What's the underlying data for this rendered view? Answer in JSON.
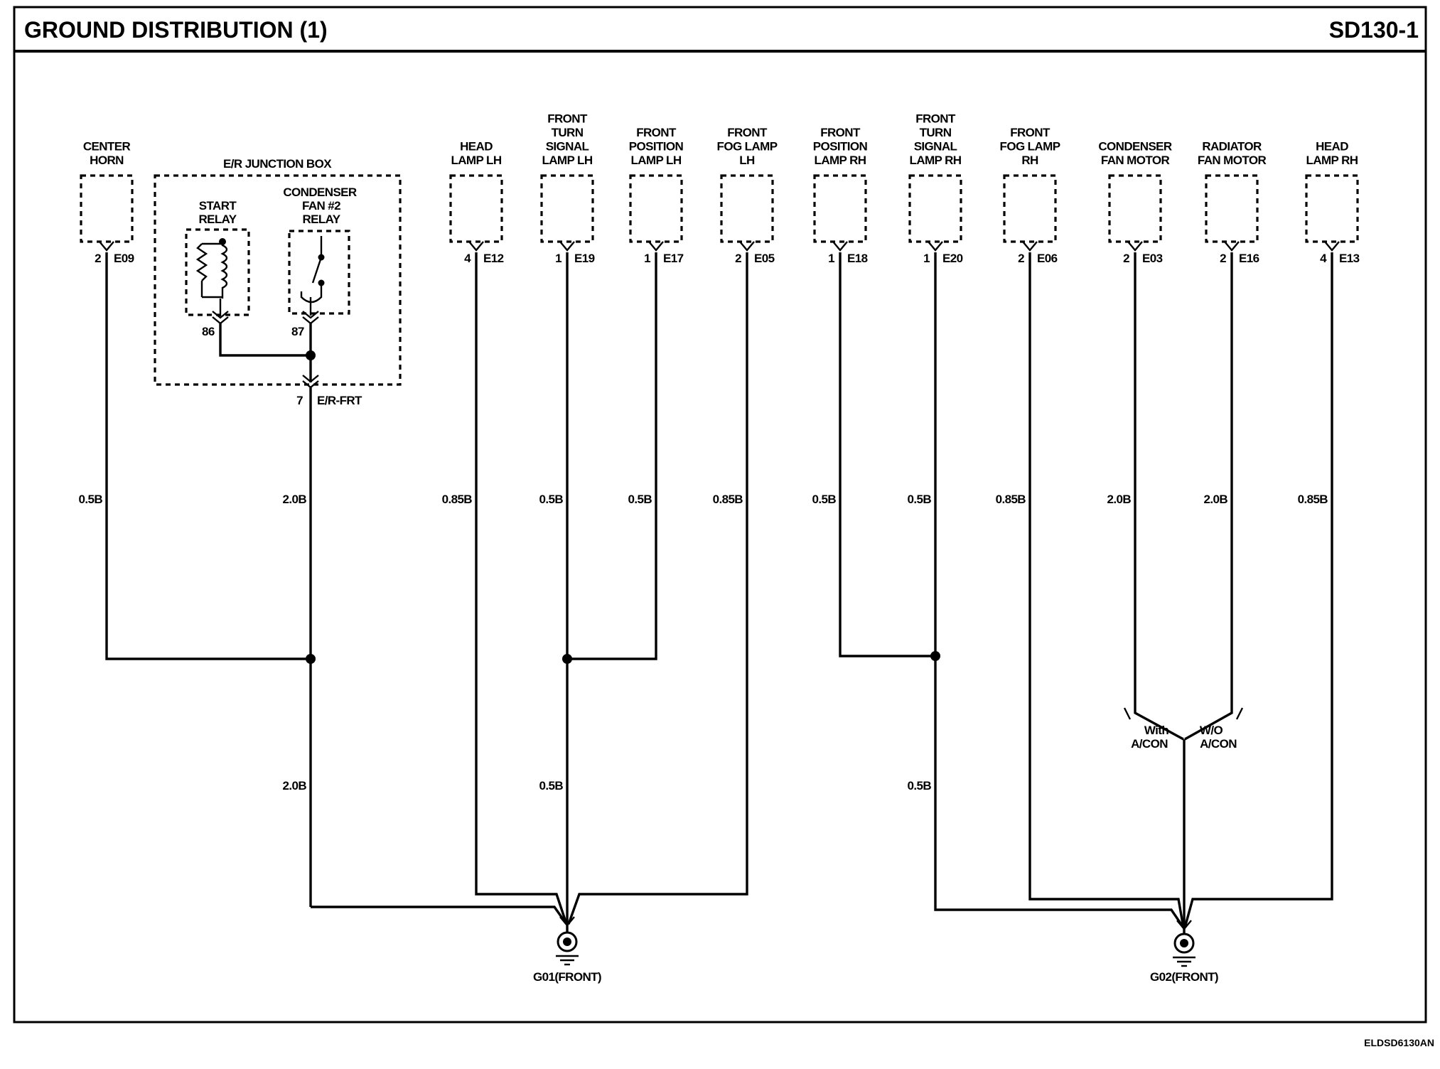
{
  "header": {
    "title": "GROUND DISTRIBUTION (1)",
    "page_code": "SD130-1"
  },
  "footer_code": "ELDSD6130AN",
  "components": [
    {
      "name": [
        "CENTER",
        "HORN"
      ],
      "pin": "2",
      "connector": "E09",
      "wire": "0.5B"
    },
    {
      "name": [
        "HEAD",
        "LAMP LH"
      ],
      "pin": "4",
      "connector": "E12",
      "wire": "0.85B"
    },
    {
      "name": [
        "FRONT",
        "TURN",
        "SIGNAL",
        "LAMP LH"
      ],
      "pin": "1",
      "connector": "E19",
      "wire": "0.5B"
    },
    {
      "name": [
        "FRONT",
        "POSITION",
        "LAMP LH"
      ],
      "pin": "1",
      "connector": "E17",
      "wire": "0.5B"
    },
    {
      "name": [
        "FRONT",
        "FOG LAMP",
        "LH"
      ],
      "pin": "2",
      "connector": "E05",
      "wire": "0.85B"
    },
    {
      "name": [
        "FRONT",
        "POSITION",
        "LAMP RH"
      ],
      "pin": "1",
      "connector": "E18",
      "wire": "0.5B"
    },
    {
      "name": [
        "FRONT",
        "TURN",
        "SIGNAL",
        "LAMP RH"
      ],
      "pin": "1",
      "connector": "E20",
      "wire": "0.5B"
    },
    {
      "name": [
        "FRONT",
        "FOG LAMP",
        "RH"
      ],
      "pin": "2",
      "connector": "E06",
      "wire": "0.85B"
    },
    {
      "name": [
        "CONDENSER",
        "FAN MOTOR"
      ],
      "pin": "2",
      "connector": "E03",
      "wire": "2.0B"
    },
    {
      "name": [
        "RADIATOR",
        "FAN MOTOR"
      ],
      "pin": "2",
      "connector": "E16",
      "wire": "2.0B"
    },
    {
      "name": [
        "HEAD",
        "LAMP RH"
      ],
      "pin": "4",
      "connector": "E13",
      "wire": "0.85B"
    }
  ],
  "junction_box": {
    "title": "E/R JUNCTION BOX",
    "start_relay": [
      "START",
      "RELAY"
    ],
    "condenser_relay": [
      "CONDENSER",
      "FAN #2",
      "RELAY"
    ],
    "pin_86": "86",
    "pin_87": "87",
    "out_pin": "7",
    "out_connector": "E/R-FRT",
    "wire_upper": "2.0B",
    "wire_lower": "2.0B"
  },
  "trunk_wires": {
    "g01_trunk": "0.5B",
    "g02_trunk": "0.5B"
  },
  "switch_labels": {
    "with_acon": [
      "With",
      "A/CON"
    ],
    "wo_acon": [
      "W/O",
      "A/CON"
    ]
  },
  "grounds": {
    "g01": "G01(FRONT)",
    "g02": "G02(FRONT)"
  }
}
